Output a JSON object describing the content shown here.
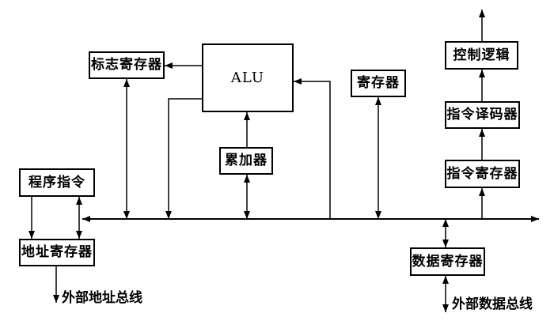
{
  "diagram": {
    "colors": {
      "background": "#ffffff",
      "line": "#000000",
      "text": "#000000"
    },
    "blocks": {
      "flag_register": {
        "label": "标志寄存器"
      },
      "alu": {
        "label": "ALU"
      },
      "register": {
        "label": "寄存器"
      },
      "control_logic": {
        "label": "控制逻辑"
      },
      "instruction_decoder": {
        "label": "指令译码器"
      },
      "accumulator": {
        "label": "累加器"
      },
      "instruction_register": {
        "label": "指令寄存器"
      },
      "program_instruction": {
        "label": "程序指令"
      },
      "address_register": {
        "label": "地址寄存器"
      },
      "data_register": {
        "label": "数据寄存器"
      }
    },
    "labels": {
      "external_address_bus": "外部地址总线",
      "external_data_bus": "外部数据总线"
    }
  }
}
